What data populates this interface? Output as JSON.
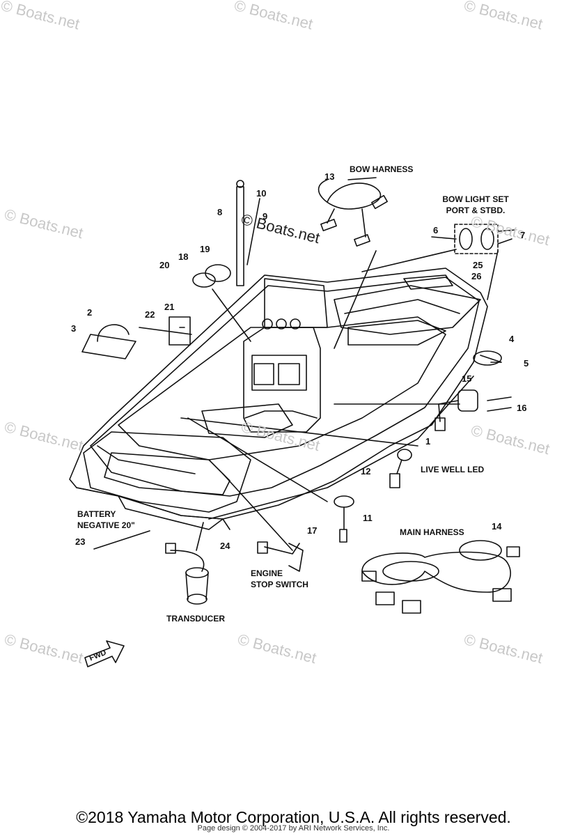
{
  "watermarks": [
    "© Boats.net",
    "© Boats.net",
    "© Boats.net",
    "© Boats.net",
    "© Boats.net",
    "© Boats.net",
    "© Boats.net",
    "© Boats.net",
    "© Boats.net",
    "© Boats.net",
    "© Boats.net"
  ],
  "watermark_center": "© Boats.net",
  "callouts": [
    "1",
    "2",
    "3",
    "4",
    "5",
    "6",
    "7",
    "8",
    "9",
    "10",
    "11",
    "12",
    "13",
    "14",
    "15",
    "16",
    "17",
    "18",
    "19",
    "20",
    "21",
    "22",
    "23",
    "24",
    "25",
    "26"
  ],
  "labels": {
    "bow_harness": "BOW HARNESS",
    "bow_light_set_1": "BOW LIGHT SET",
    "bow_light_set_2": "PORT & STBD.",
    "live_well_led": "LIVE WELL LED",
    "main_harness": "MAIN HARNESS",
    "battery_1": "BATTERY",
    "battery_2": "NEGATIVE 20\"",
    "engine_1": "ENGINE",
    "engine_2": "STOP SWITCH",
    "transducer": "TRANSDUCER",
    "fwd": "FWD"
  },
  "footer": {
    "copyright": "©2018 Yamaha Motor Corporation, U.S.A. All rights reserved.",
    "page_design": "Page design © 2004-2017 by ARI Network Services, Inc."
  }
}
